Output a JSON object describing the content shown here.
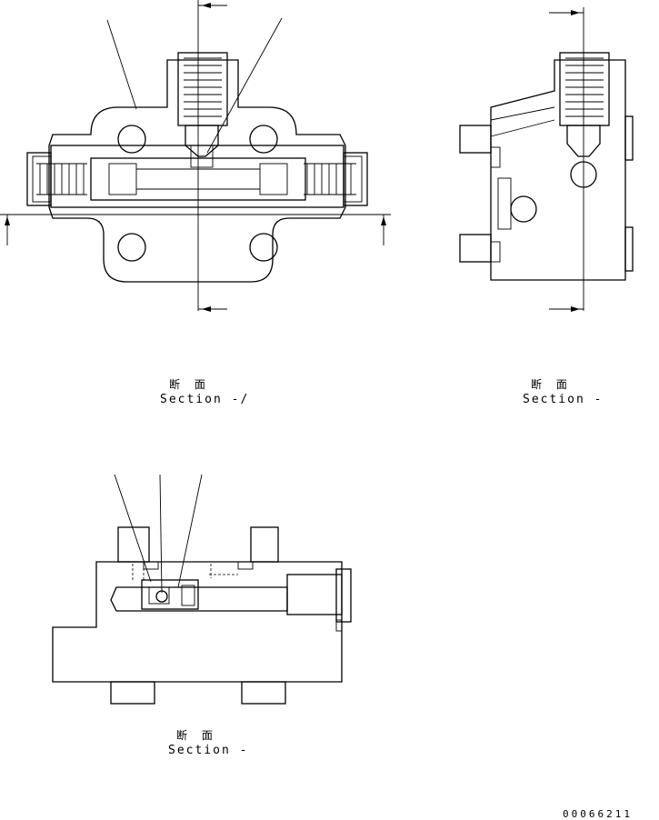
{
  "captions": {
    "section_1": {
      "jp": "断 面",
      "en": "Section -/"
    },
    "section_2": {
      "jp": "断 面",
      "en": "Section -"
    },
    "section_3": {
      "jp": "断 面",
      "en": "Section -"
    }
  },
  "document_number": "00066211"
}
